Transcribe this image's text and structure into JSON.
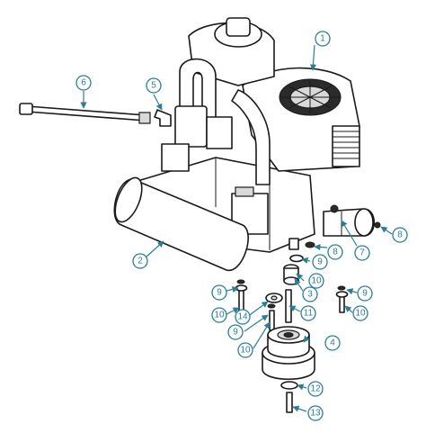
{
  "diagram": {
    "accent_color": "#2a7f97",
    "line_color": "#1a1a1a",
    "callouts": [
      "1",
      "2",
      "3",
      "4",
      "5",
      "6",
      "7",
      "8",
      "9",
      "10",
      "11",
      "12",
      "13",
      "14"
    ]
  }
}
